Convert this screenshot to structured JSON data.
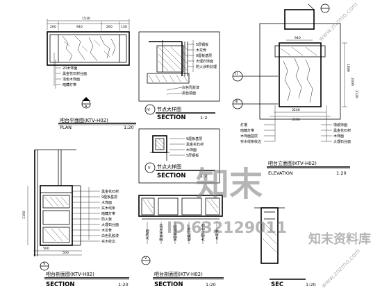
{
  "drawings": {
    "plan": {
      "title": "吧台平面图(KTV-H02)",
      "tag": "PLAN",
      "scale": "1:20",
      "symbol_letter": "A",
      "dims_top": [
        "1530",
        "200",
        "940",
        "260",
        "130"
      ],
      "notes": [
        "20木饰面",
        "黑金花石材台面",
        "浅色木饰面",
        "暗藏灯带"
      ]
    },
    "detail_iv": {
      "title": "节点大样图",
      "tag": "SECTION",
      "scale": "1:2",
      "numeral": "IV",
      "notes": [
        "5厚钢板",
        "木龙骨",
        "9厘板基层",
        "大理石饰面",
        "防火涂料处理",
        "白色乳胶漆",
        "黑色镜面"
      ]
    },
    "detail_v": {
      "title": "节点大样图",
      "tag": "SECTION",
      "scale": "1:2",
      "numeral": "V",
      "notes": [
        "9厘板基层",
        "黑金花石材",
        "木饰面",
        "5厚钢板"
      ]
    },
    "elevation": {
      "title": "吧台立面图(KTV-H02)",
      "tag": "ELEVATION",
      "scale": "1:20",
      "symbols": [
        "II",
        "III"
      ],
      "dims_top": [
        "940"
      ],
      "dims_bottom": [
        "3240",
        "3500"
      ],
      "dims_side": [
        "1800",
        "2600",
        "3120"
      ],
      "notes": [
        "墙纸饰面",
        "黑金花石材",
        "木饰面",
        "大理石台面",
        "灯槽",
        "暗藏灯带",
        "木饰面基层",
        "实木线条收边"
      ]
    },
    "section_v": {
      "title": "吧台剖面图(KTV-H02)",
      "tag": "SECTION",
      "scale": "1:20",
      "numeral": "V",
      "dims_bottom": [
        "500",
        "500"
      ],
      "dims_side": [
        "1150"
      ],
      "notes": [
        "黑金花石材",
        "9厘板基层",
        "木饰面",
        "实木线条",
        "暗藏灯带",
        "防火板",
        "大理石台面",
        "木龙骨",
        "白色乳胶漆",
        "实木收边"
      ]
    },
    "section_mid": {
      "title": "吧台剖面图(KTV-H02)",
      "tag": "SECTION",
      "scale": "1:20",
      "numeral": "V",
      "notes": [
        "木饰面",
        "黑金花石材",
        "9厘板基层",
        "暗藏灯带",
        "大理石台面",
        "木龙骨"
      ]
    },
    "section_right": {
      "tag": "SEC",
      "scale": "1:20"
    }
  },
  "watermark": {
    "brand": "知末",
    "id_text": "ID:632129011",
    "site_cn": "知末资料库",
    "site_url": "www.znzmo.com"
  }
}
